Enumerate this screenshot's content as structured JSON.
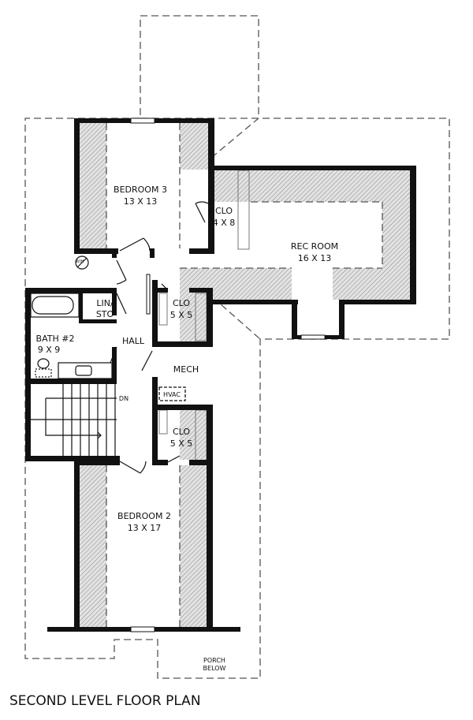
{
  "title": "SECOND LEVEL FLOOR PLAN",
  "rooms": {
    "bedroom3": {
      "name": "BEDROOM 3",
      "size": "13 X 13"
    },
    "clo_4x8": {
      "name": "CLO",
      "size": "4 X 8"
    },
    "rec_room": {
      "name": "REC ROOM",
      "size": "16 X 13"
    },
    "lin_sto": {
      "line1": "LIN/",
      "line2": "STO"
    },
    "bath2": {
      "name": "BATH #2",
      "size": "9 X 9"
    },
    "hall": {
      "name": "HALL"
    },
    "clo_upper": {
      "name": "CLO",
      "size": "5 X 5"
    },
    "mech": {
      "name": "MECH"
    },
    "hvac": {
      "name": "HVAC"
    },
    "stairs": {
      "label": "DN"
    },
    "clo_lower": {
      "name": "CLO",
      "size": "5 X 5"
    },
    "bedroom2": {
      "name": "BEDROOM 2",
      "size": "13 X 17"
    },
    "porch": {
      "line1": "PORCH",
      "line2": "BELOW"
    },
    "water_heater": {
      "label": "W/H"
    }
  }
}
